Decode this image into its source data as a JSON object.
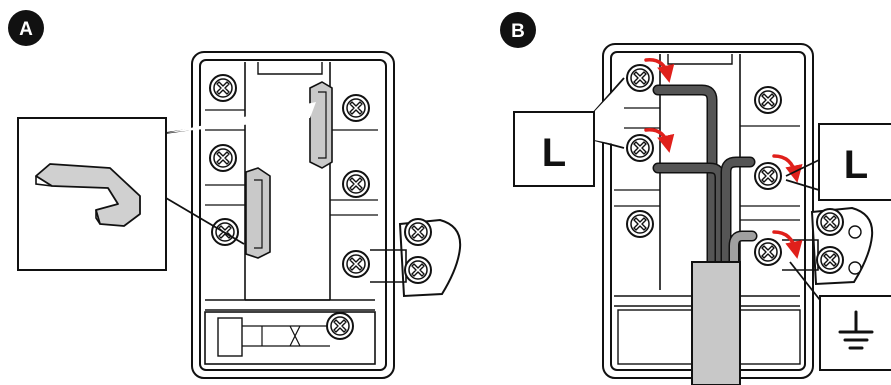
{
  "panels": [
    {
      "badge": "A"
    },
    {
      "badge": "B"
    }
  ],
  "callouts": {
    "live_left": "L",
    "live_right": "L",
    "earth": "⏚"
  },
  "colors": {
    "badge": "#111111",
    "highlight": "#c9c9c9",
    "wire_dark": "#555555",
    "wire_gray": "#a0a0a0",
    "sheath": "#c8c8c8",
    "arrow": "#e0201b"
  }
}
